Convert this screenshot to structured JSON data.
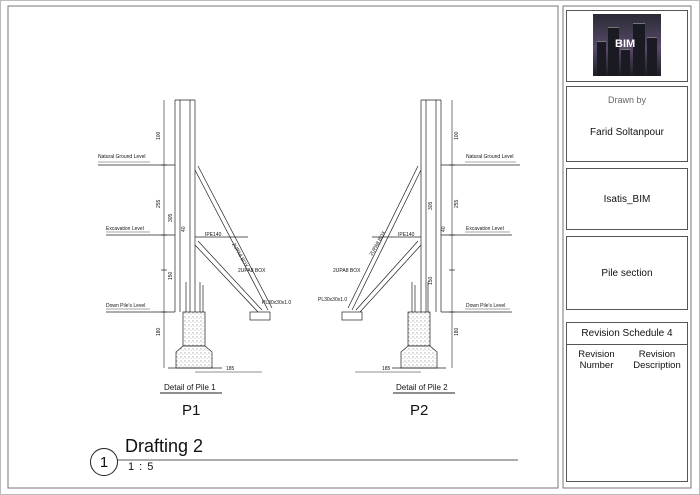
{
  "title_block": {
    "logo_text": "BIM",
    "drawn_by_label": "Drawn by",
    "drawn_by_name": "Farid Soltanpour",
    "project": "Isatis_BIM",
    "sheet_name": "Pile section",
    "revision": {
      "title": "Revision Schedule 4",
      "columns": [
        "Revision Number",
        "Revision Description"
      ]
    }
  },
  "view": {
    "number": "1",
    "name": "Drafting 2",
    "scale": "1 : 5"
  },
  "details": [
    {
      "id": "P1",
      "caption": "Detail of Pile 1",
      "levels": [
        "Natural Ground Level",
        "Excavation Level",
        "Down Pile's Level"
      ],
      "members": [
        "IPE140",
        "2UPA8 BOX",
        "PL30x30x1.0",
        "2UPA8 BOX"
      ],
      "dims": [
        "100",
        "255",
        "305",
        "40",
        "150",
        "180",
        "185"
      ]
    },
    {
      "id": "P2",
      "caption": "Detail of Pile 2",
      "levels": [
        "Natural Ground Level",
        "Excavation Level",
        "Down Pile's Level"
      ],
      "members": [
        "IPE140",
        "2UPA8 BOX",
        "PL30x30x1.0",
        "2UPA8 BOX"
      ],
      "dims": [
        "100",
        "255",
        "305",
        "40",
        "150",
        "180",
        "185"
      ]
    }
  ]
}
